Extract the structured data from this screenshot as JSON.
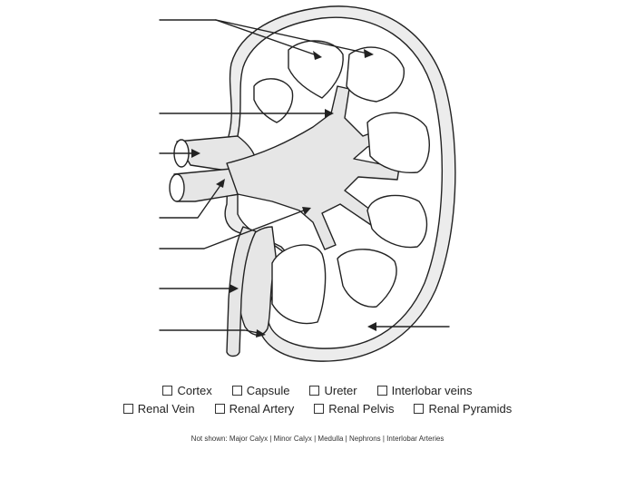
{
  "options_row1": [
    {
      "label": "Cortex"
    },
    {
      "label": "Capsule"
    },
    {
      "label": "Ureter"
    },
    {
      "label": "Interlobar veins"
    }
  ],
  "options_row2": [
    {
      "label": "Renal Vein"
    },
    {
      "label": "Renal Artery"
    },
    {
      "label": "Renal Pelvis"
    },
    {
      "label": "Renal Pyramids"
    }
  ],
  "note": "Not shown: Major Calyx | Minor Calyx | Medulla | Nephrons | Interlobar Arteries",
  "colors": {
    "stroke": "#222222",
    "fill_light": "#e6e6e6",
    "fill_white": "#ffffff"
  }
}
